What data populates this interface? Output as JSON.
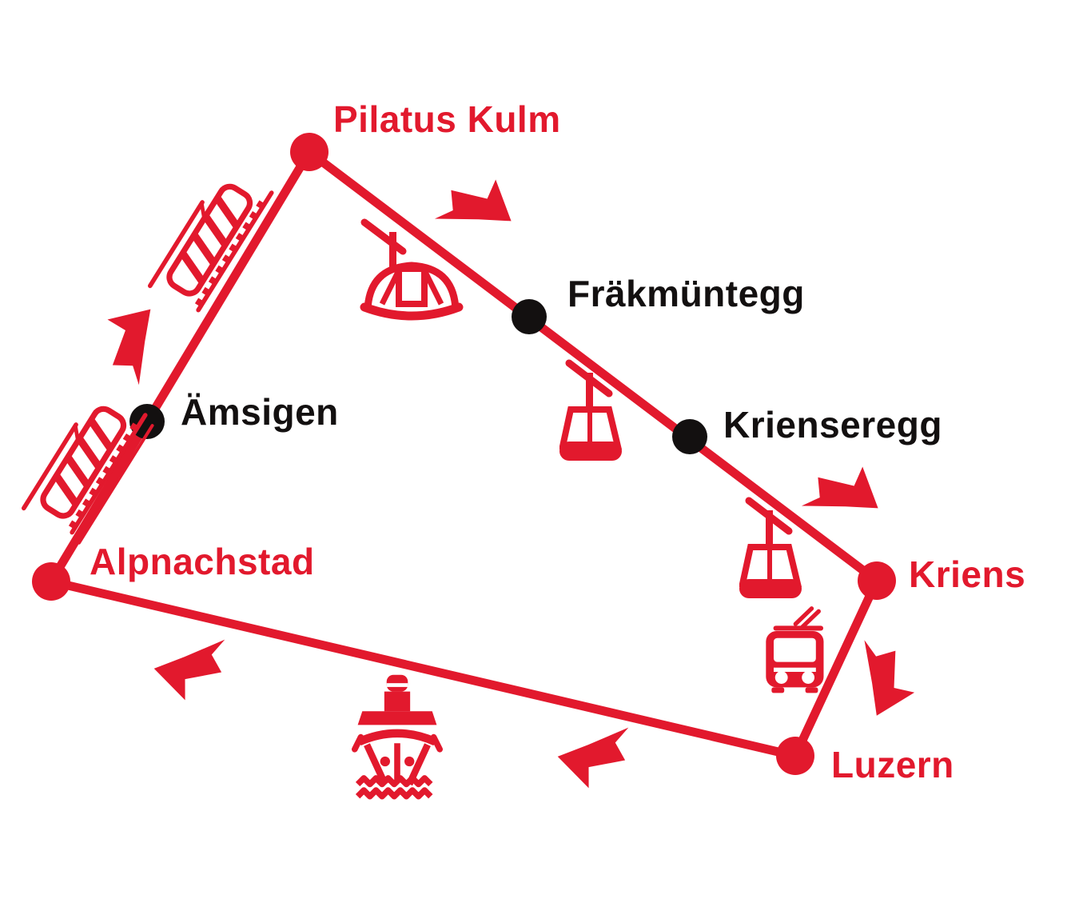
{
  "colors": {
    "route-red": "#e2192d",
    "station-black": "#131010",
    "background": "#ffffff"
  },
  "stations": [
    {
      "id": "pilatus-kulm",
      "label": "Pilatus Kulm",
      "dot": "red"
    },
    {
      "id": "fraekmuentegg",
      "label": "Fräkmüntegg",
      "dot": "black"
    },
    {
      "id": "krienseregg",
      "label": "Krienseregg",
      "dot": "black"
    },
    {
      "id": "kriens",
      "label": "Kriens",
      "dot": "red"
    },
    {
      "id": "luzern",
      "label": "Luzern",
      "dot": "red"
    },
    {
      "id": "alpnachstad",
      "label": "Alpnachstad",
      "dot": "red"
    },
    {
      "id": "aemsigen",
      "label": "Ämsigen",
      "dot": "black"
    }
  ],
  "route": {
    "type": "loop",
    "segments": [
      {
        "from": "Pilatus Kulm",
        "to": "Kriens",
        "via": [
          "Fräkmüntegg",
          "Krienseregg"
        ]
      },
      {
        "from": "Kriens",
        "to": "Luzern"
      },
      {
        "from": "Luzern",
        "to": "Alpnachstad"
      },
      {
        "from": "Alpnachstad",
        "to": "Pilatus Kulm",
        "via": [
          "Ämsigen"
        ]
      }
    ]
  },
  "transport_icons": [
    {
      "name": "cogwheel-train",
      "segment": "Ämsigen – Pilatus Kulm"
    },
    {
      "name": "cogwheel-train",
      "segment": "Alpnachstad – Ämsigen"
    },
    {
      "name": "aerial-cableway-cabin",
      "segment": "Pilatus Kulm – Fräkmüntegg"
    },
    {
      "name": "gondola",
      "segment": "Fräkmüntegg – Krienseregg"
    },
    {
      "name": "gondola",
      "segment": "Krienseregg – Kriens"
    },
    {
      "name": "trolleybus",
      "segment": "Kriens – Luzern"
    },
    {
      "name": "boat",
      "segment": "Luzern – Alpnachstad"
    }
  ],
  "direction_arrows": [
    {
      "direction": "down-right",
      "between": "Pilatus Kulm and Fräkmüntegg"
    },
    {
      "direction": "up-right",
      "between": "Ämsigen and Pilatus Kulm"
    },
    {
      "direction": "down-right",
      "between": "Krienseregg and Kriens"
    },
    {
      "direction": "down-left",
      "between": "Kriens and Luzern"
    },
    {
      "direction": "left",
      "between": "Luzern and Alpnachstad"
    },
    {
      "direction": "left",
      "between": "Luzern and Alpnachstad"
    }
  ]
}
